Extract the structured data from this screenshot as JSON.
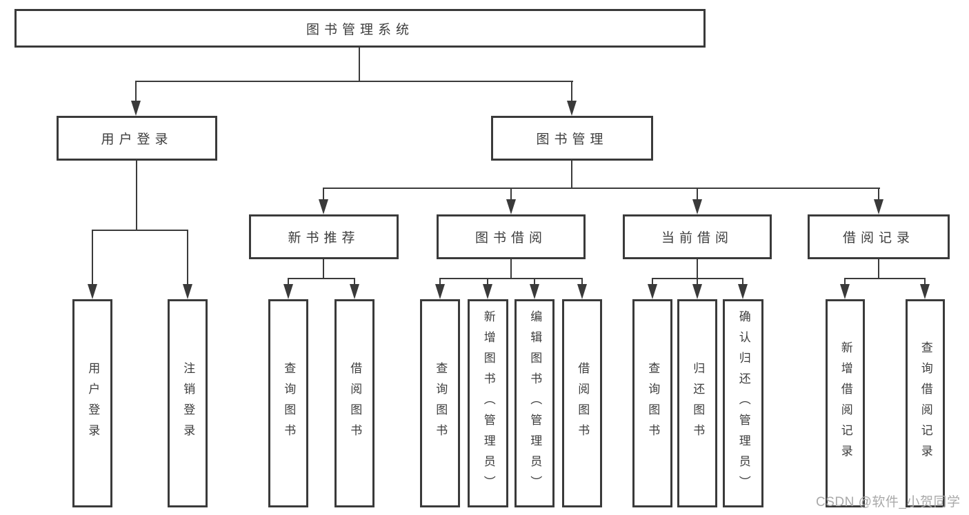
{
  "colors": {
    "line": "#3a3a3a",
    "text": "#3d3d3d",
    "box_fill": "#ffffff",
    "background": "#ffffff",
    "watermark": "#a9a9a9"
  },
  "watermark": "CSDN @软件_小贺同学",
  "tree": {
    "label": "图书管理系统",
    "children": [
      {
        "label": "用户登录",
        "children": [
          {
            "label": "用户登录"
          },
          {
            "label": "注销登录"
          }
        ]
      },
      {
        "label": "图书管理",
        "children": [
          {
            "label": "新书推荐",
            "children": [
              {
                "label": "查询图书"
              },
              {
                "label": "借阅图书"
              }
            ]
          },
          {
            "label": "图书借阅",
            "children": [
              {
                "label": "查询图书"
              },
              {
                "label": "新增图书（管理员）"
              },
              {
                "label": "编辑图书（管理员）"
              },
              {
                "label": "借阅图书"
              }
            ]
          },
          {
            "label": "当前借阅",
            "children": [
              {
                "label": "查询图书"
              },
              {
                "label": "归还图书"
              },
              {
                "label": "确认归还（管理员）"
              }
            ]
          },
          {
            "label": "借阅记录",
            "children": [
              {
                "label": "新增借阅记录"
              },
              {
                "label": "查询借阅记录"
              }
            ]
          }
        ]
      }
    ]
  }
}
